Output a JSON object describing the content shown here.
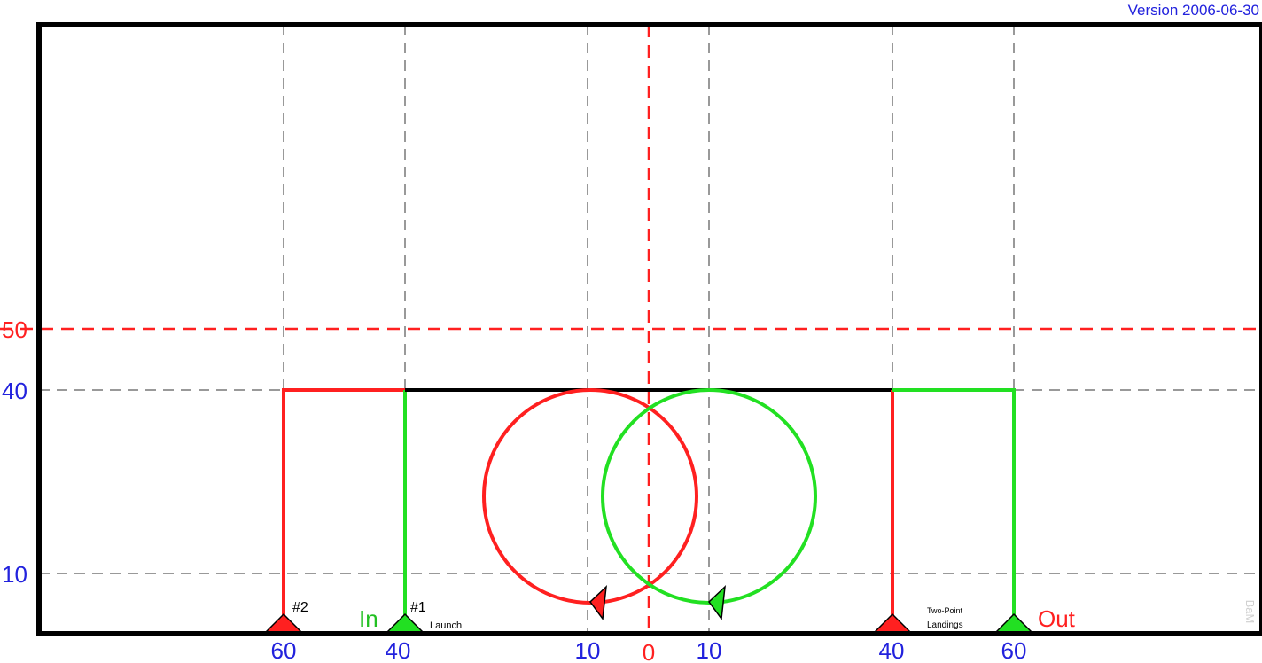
{
  "version": "Version 2006-06-30",
  "watermark": "BaM",
  "colors": {
    "red": "#ff2020",
    "green": "#22e022",
    "blue": "#2222dd",
    "black": "#000000",
    "grid": "#999999"
  },
  "x_axis_labels": [
    {
      "text": "60",
      "color": "blue"
    },
    {
      "text": "40",
      "color": "blue"
    },
    {
      "text": "10",
      "color": "blue"
    },
    {
      "text": "0",
      "color": "red"
    },
    {
      "text": "10",
      "color": "blue"
    },
    {
      "text": "40",
      "color": "blue"
    },
    {
      "text": "60",
      "color": "blue"
    }
  ],
  "y_axis_labels": [
    {
      "text": "50",
      "color": "red"
    },
    {
      "text": "40",
      "color": "blue"
    },
    {
      "text": "10",
      "color": "blue"
    }
  ],
  "annotations": {
    "in": "In",
    "out": "Out",
    "pilot1": "#1",
    "pilot2": "#2",
    "launch": "Launch",
    "landings_line1": "Two-Point",
    "landings_line2": "Landings"
  }
}
